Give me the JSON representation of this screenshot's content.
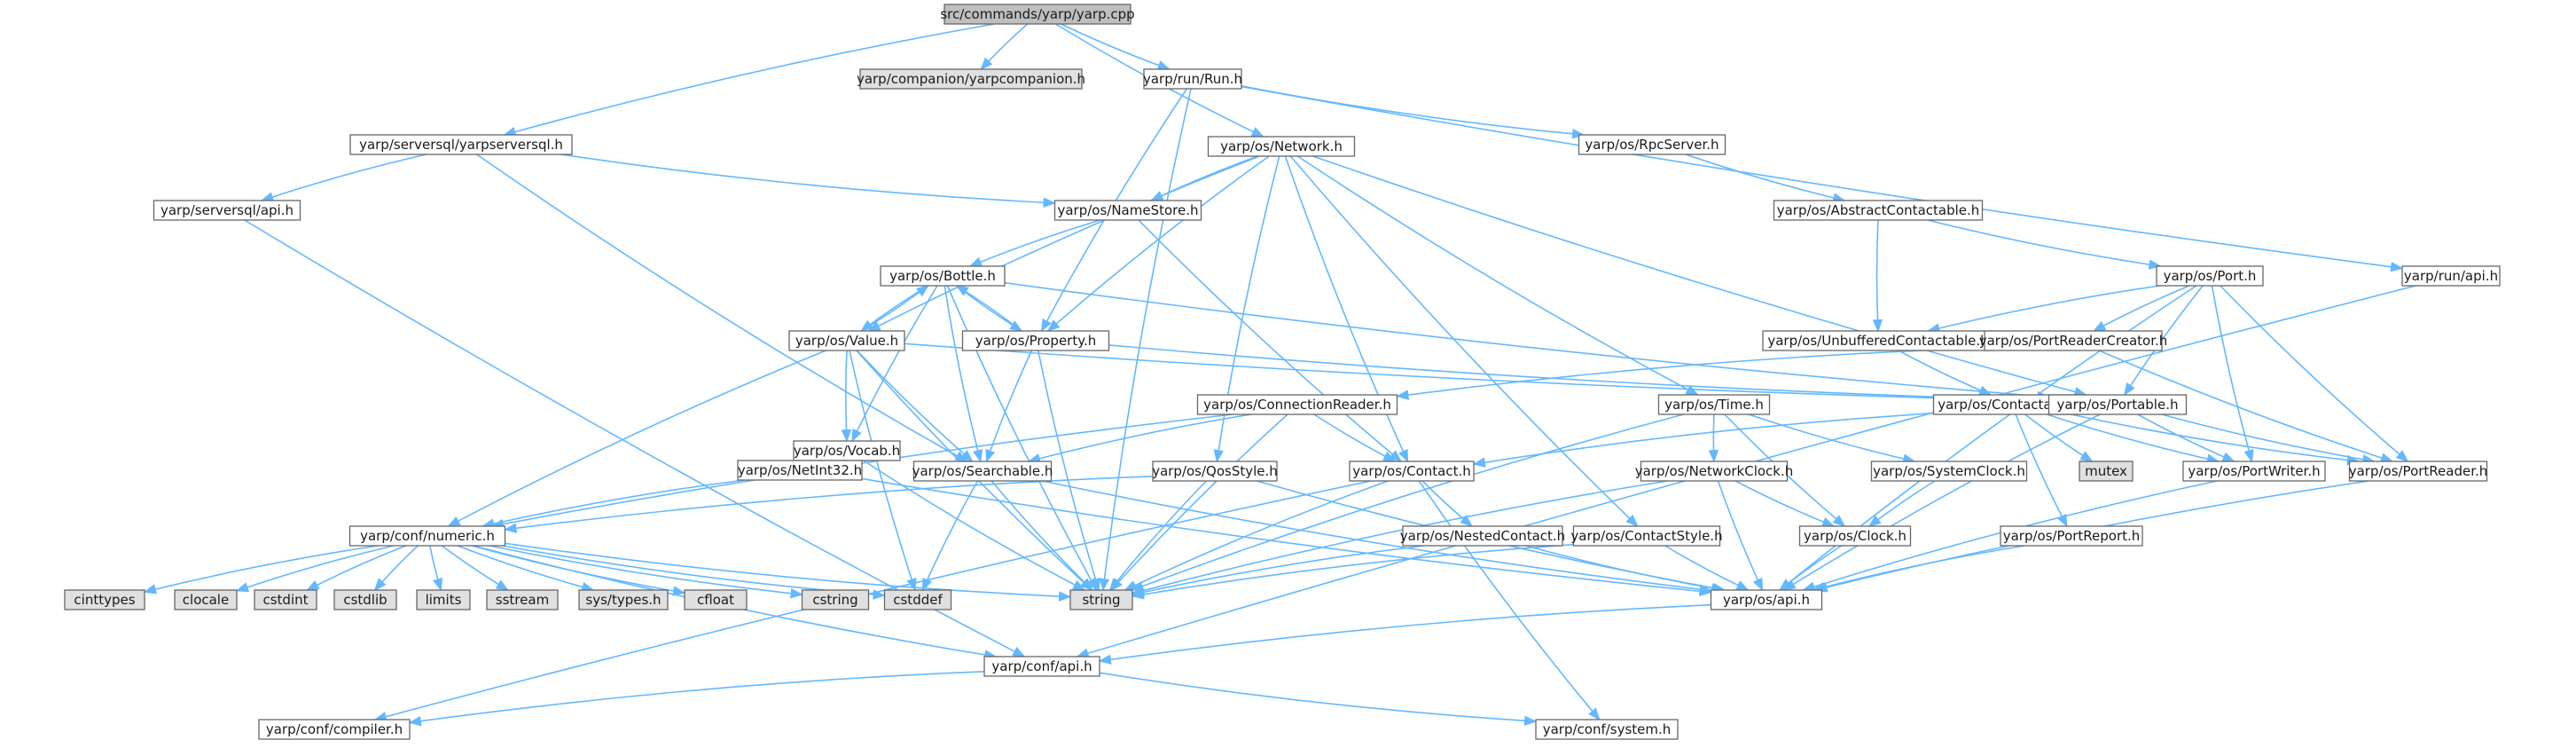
{
  "diagram": {
    "type": "include-dependency-graph",
    "colors": {
      "edge": "#63b8ff",
      "node_fill": "#ffffff",
      "root_fill": "#bfbfbf",
      "system_fill": "#e0e0e0",
      "highlight_border": "#ff0000",
      "border": "#666666"
    },
    "nodes": [
      {
        "id": "root",
        "label": "src/commands/yarp/yarp.cpp",
        "kind": "root"
      },
      {
        "id": "companion",
        "label": "yarp/companion/yarpcompanion.h",
        "kind": "system"
      },
      {
        "id": "runrun",
        "label": "yarp/run/Run.h",
        "kind": "normal"
      },
      {
        "id": "serversql",
        "label": "yarp/serversql/yarpserversql.h",
        "kind": "normal"
      },
      {
        "id": "network",
        "label": "yarp/os/Network.h",
        "kind": "normal"
      },
      {
        "id": "rpcserver",
        "label": "yarp/os/RpcServer.h",
        "kind": "normal"
      },
      {
        "id": "sqlapi",
        "label": "yarp/serversql/api.h",
        "kind": "normal"
      },
      {
        "id": "namestore",
        "label": "yarp/os/NameStore.h",
        "kind": "normal"
      },
      {
        "id": "abscontact",
        "label": "yarp/os/AbstractContactable.h",
        "kind": "normal"
      },
      {
        "id": "bottle",
        "label": "yarp/os/Bottle.h",
        "kind": "normal"
      },
      {
        "id": "port",
        "label": "yarp/os/Port.h",
        "kind": "normal"
      },
      {
        "id": "runapi",
        "label": "yarp/run/api.h",
        "kind": "normal"
      },
      {
        "id": "value",
        "label": "yarp/os/Value.h",
        "kind": "normal"
      },
      {
        "id": "property",
        "label": "yarp/os/Property.h",
        "kind": "normal"
      },
      {
        "id": "unbuffered",
        "label": "yarp/os/UnbufferedContactable.h",
        "kind": "normal"
      },
      {
        "id": "prcreator",
        "label": "yarp/os/PortReaderCreator.h",
        "kind": "normal"
      },
      {
        "id": "connreader",
        "label": "yarp/os/ConnectionReader.h",
        "kind": "highlight"
      },
      {
        "id": "time",
        "label": "yarp/os/Time.h",
        "kind": "normal"
      },
      {
        "id": "contactable",
        "label": "yarp/os/Contactable.h",
        "kind": "normal"
      },
      {
        "id": "portable",
        "label": "yarp/os/Portable.h",
        "kind": "normal"
      },
      {
        "id": "vocab",
        "label": "yarp/os/Vocab.h",
        "kind": "normal"
      },
      {
        "id": "netint32",
        "label": "yarp/os/NetInt32.h",
        "kind": "normal"
      },
      {
        "id": "searchable",
        "label": "yarp/os/Searchable.h",
        "kind": "normal"
      },
      {
        "id": "qosstyle",
        "label": "yarp/os/QosStyle.h",
        "kind": "normal"
      },
      {
        "id": "contact",
        "label": "yarp/os/Contact.h",
        "kind": "normal"
      },
      {
        "id": "netclock",
        "label": "yarp/os/NetworkClock.h",
        "kind": "normal"
      },
      {
        "id": "sysclock",
        "label": "yarp/os/SystemClock.h",
        "kind": "normal"
      },
      {
        "id": "mutex",
        "label": "mutex",
        "kind": "system"
      },
      {
        "id": "portwriter",
        "label": "yarp/os/PortWriter.h",
        "kind": "normal"
      },
      {
        "id": "portreader",
        "label": "yarp/os/PortReader.h",
        "kind": "normal"
      },
      {
        "id": "numeric",
        "label": "yarp/conf/numeric.h",
        "kind": "normal"
      },
      {
        "id": "nested",
        "label": "yarp/os/NestedContact.h",
        "kind": "normal"
      },
      {
        "id": "contactstyle",
        "label": "yarp/os/ContactStyle.h",
        "kind": "normal"
      },
      {
        "id": "clock",
        "label": "yarp/os/Clock.h",
        "kind": "normal"
      },
      {
        "id": "portreport",
        "label": "yarp/os/PortReport.h",
        "kind": "normal"
      },
      {
        "id": "cinttypes",
        "label": "cinttypes",
        "kind": "system"
      },
      {
        "id": "clocale",
        "label": "clocale",
        "kind": "system"
      },
      {
        "id": "cstdint",
        "label": "cstdint",
        "kind": "system"
      },
      {
        "id": "cstdlib",
        "label": "cstdlib",
        "kind": "system"
      },
      {
        "id": "limits",
        "label": "limits",
        "kind": "system"
      },
      {
        "id": "sstream",
        "label": "sstream",
        "kind": "system"
      },
      {
        "id": "systypes",
        "label": "sys/types.h",
        "kind": "system"
      },
      {
        "id": "cfloat",
        "label": "cfloat",
        "kind": "system"
      },
      {
        "id": "cstring",
        "label": "cstring",
        "kind": "system"
      },
      {
        "id": "cstddef",
        "label": "cstddef",
        "kind": "system"
      },
      {
        "id": "string",
        "label": "string",
        "kind": "system"
      },
      {
        "id": "osapi",
        "label": "yarp/os/api.h",
        "kind": "normal"
      },
      {
        "id": "confapi",
        "label": "yarp/conf/api.h",
        "kind": "normal"
      },
      {
        "id": "compiler",
        "label": "yarp/conf/compiler.h",
        "kind": "normal"
      },
      {
        "id": "system",
        "label": "yarp/conf/system.h",
        "kind": "normal"
      }
    ],
    "edges": [
      [
        "root",
        "companion"
      ],
      [
        "root",
        "runrun"
      ],
      [
        "root",
        "serversql"
      ],
      [
        "root",
        "network"
      ],
      [
        "runrun",
        "rpcserver"
      ],
      [
        "runrun",
        "runapi"
      ],
      [
        "runrun",
        "property"
      ],
      [
        "runrun",
        "string"
      ],
      [
        "serversql",
        "sqlapi"
      ],
      [
        "serversql",
        "namestore"
      ],
      [
        "serversql",
        "searchable"
      ],
      [
        "sqlapi",
        "confapi"
      ],
      [
        "network",
        "namestore"
      ],
      [
        "network",
        "value"
      ],
      [
        "network",
        "property"
      ],
      [
        "network",
        "contact"
      ],
      [
        "network",
        "qosstyle"
      ],
      [
        "network",
        "time"
      ],
      [
        "network",
        "contactstyle"
      ],
      [
        "network",
        "portable"
      ],
      [
        "rpcserver",
        "abscontact"
      ],
      [
        "namestore",
        "bottle"
      ],
      [
        "namestore",
        "contact"
      ],
      [
        "abscontact",
        "port"
      ],
      [
        "abscontact",
        "unbuffered"
      ],
      [
        "bottle",
        "value"
      ],
      [
        "bottle",
        "property"
      ],
      [
        "bottle",
        "portable"
      ],
      [
        "bottle",
        "searchable"
      ],
      [
        "bottle",
        "vocab"
      ],
      [
        "bottle",
        "string"
      ],
      [
        "port",
        "unbuffered"
      ],
      [
        "port",
        "prcreator"
      ],
      [
        "port",
        "portable"
      ],
      [
        "port",
        "portwriter"
      ],
      [
        "port",
        "portreader"
      ],
      [
        "port",
        "osapi"
      ],
      [
        "runapi",
        "confapi"
      ],
      [
        "value",
        "bottle"
      ],
      [
        "value",
        "vocab"
      ],
      [
        "value",
        "searchable"
      ],
      [
        "value",
        "portable"
      ],
      [
        "value",
        "numeric"
      ],
      [
        "value",
        "string"
      ],
      [
        "value",
        "cstddef"
      ],
      [
        "property",
        "bottle"
      ],
      [
        "property",
        "searchable"
      ],
      [
        "property",
        "portable"
      ],
      [
        "property",
        "string"
      ],
      [
        "unbuffered",
        "contactable"
      ],
      [
        "prcreator",
        "connreader"
      ],
      [
        "prcreator",
        "portreader"
      ],
      [
        "connreader",
        "contact"
      ],
      [
        "connreader",
        "searchable"
      ],
      [
        "connreader",
        "numeric"
      ],
      [
        "connreader",
        "string"
      ],
      [
        "time",
        "netclock"
      ],
      [
        "time",
        "sysclock"
      ],
      [
        "time",
        "clock"
      ],
      [
        "time",
        "string"
      ],
      [
        "contactable",
        "contact"
      ],
      [
        "contactable",
        "mutex"
      ],
      [
        "contactable",
        "portreport"
      ],
      [
        "contactable",
        "portwriter"
      ],
      [
        "contactable",
        "portreader"
      ],
      [
        "portable",
        "portwriter"
      ],
      [
        "portable",
        "portreader"
      ],
      [
        "portable",
        "osapi"
      ],
      [
        "vocab",
        "netint32"
      ],
      [
        "vocab",
        "string"
      ],
      [
        "netint32",
        "numeric"
      ],
      [
        "netint32",
        "osapi"
      ],
      [
        "searchable",
        "osapi"
      ],
      [
        "searchable",
        "cstddef"
      ],
      [
        "searchable",
        "string"
      ],
      [
        "qosstyle",
        "numeric"
      ],
      [
        "qosstyle",
        "osapi"
      ],
      [
        "qosstyle",
        "string"
      ],
      [
        "contact",
        "nested"
      ],
      [
        "contact",
        "compiler"
      ],
      [
        "contact",
        "system"
      ],
      [
        "contact",
        "string"
      ],
      [
        "netclock",
        "clock"
      ],
      [
        "netclock",
        "osapi"
      ],
      [
        "netclock",
        "string"
      ],
      [
        "sysclock",
        "clock"
      ],
      [
        "portwriter",
        "osapi"
      ],
      [
        "portreader",
        "osapi"
      ],
      [
        "numeric",
        "cinttypes"
      ],
      [
        "numeric",
        "clocale"
      ],
      [
        "numeric",
        "cstdint"
      ],
      [
        "numeric",
        "cstdlib"
      ],
      [
        "numeric",
        "limits"
      ],
      [
        "numeric",
        "sstream"
      ],
      [
        "numeric",
        "systypes"
      ],
      [
        "numeric",
        "cfloat"
      ],
      [
        "numeric",
        "cstring"
      ],
      [
        "numeric",
        "cstddef"
      ],
      [
        "numeric",
        "string"
      ],
      [
        "numeric",
        "confapi"
      ],
      [
        "nested",
        "osapi"
      ],
      [
        "nested",
        "string"
      ],
      [
        "contactstyle",
        "osapi"
      ],
      [
        "contactstyle",
        "string"
      ],
      [
        "clock",
        "osapi"
      ],
      [
        "portreport",
        "osapi"
      ],
      [
        "osapi",
        "confapi"
      ],
      [
        "confapi",
        "compiler"
      ],
      [
        "confapi",
        "system"
      ]
    ]
  }
}
